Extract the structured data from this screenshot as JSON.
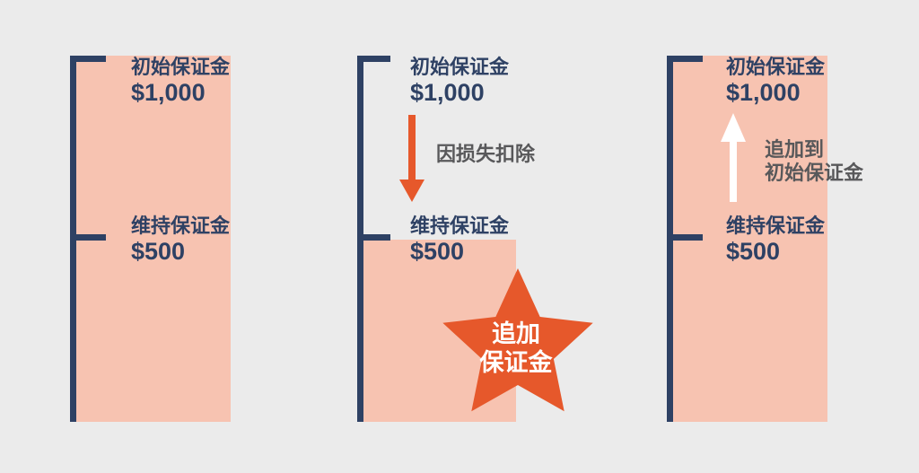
{
  "diagram_title": "margin-call-explainer",
  "colors": {
    "background": "#ebebeb",
    "margin_block": "#f7c3b1",
    "bracket_navy": "#2e4164",
    "accent_orange": "#e6582b",
    "annotation_gray": "#58585a",
    "arrow_white": "#ffffff"
  },
  "icons": {
    "down_arrow": "arrow-down-icon",
    "up_arrow": "arrow-up-icon",
    "star": "star-burst-icon"
  },
  "panels": [
    {
      "name": "initial-state",
      "initial_label": "初始保证金",
      "initial_value": "$1,000",
      "maintenance_label": "维持保证金",
      "maintenance_value": "$500"
    },
    {
      "name": "after-loss",
      "initial_label": "初始保证金",
      "initial_value": "$1,000",
      "loss_label": "因损失扣除",
      "maintenance_label": "维持保证金",
      "maintenance_value": "$500",
      "star_line1": "追加",
      "star_line2": "保证金"
    },
    {
      "name": "after-topup",
      "initial_label": "初始保证金",
      "initial_value": "$1,000",
      "topup_label_line1": "追加到",
      "topup_label_line2": "初始保证金",
      "maintenance_label": "维持保证金",
      "maintenance_value": "$500"
    }
  ]
}
